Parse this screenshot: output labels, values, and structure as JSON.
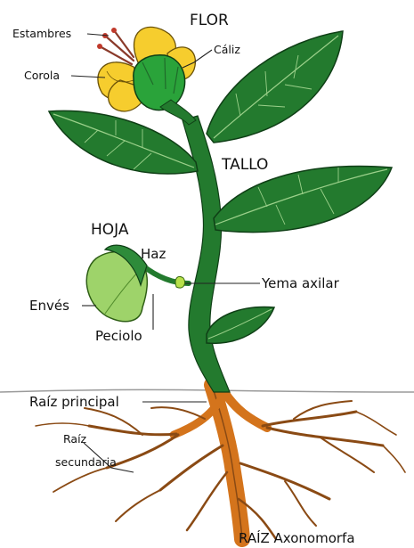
{
  "labels": {
    "flor": "FLOR",
    "estambres": "Estambres",
    "caliz": "Cáliz",
    "corola": "Corola",
    "tallo": "TALLO",
    "hoja": "HOJA",
    "haz": "Haz",
    "yema_axilar": "Yema axilar",
    "enves": "Envés",
    "peciolo": "Peciolo",
    "raiz_principal": "Raíz principal",
    "raiz_secundaria_1": "Raíz",
    "raiz_secundaria_2": "secundaria",
    "raiz_axonomorfa": "RAÍZ Axonomorfa"
  },
  "colors": {
    "leaf_dark": "#1f6b2a",
    "leaf_mid": "#2e8b3a",
    "leaf_light": "#9ed36a",
    "stem": "#237a2e",
    "petal": "#f6cd2e",
    "calyx": "#2aa33a",
    "root": "#d4741c",
    "root_dark": "#8a4a14",
    "soil_line": "#9a9a9a"
  }
}
